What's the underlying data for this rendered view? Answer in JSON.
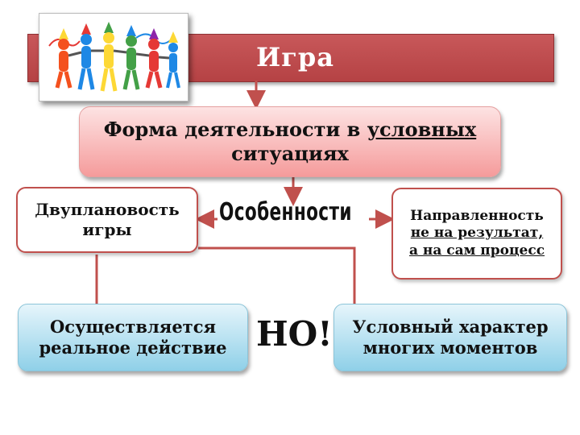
{
  "title": "Игра",
  "definition": {
    "prefix": "Форма деятельности в ",
    "underlined": "условных",
    "rest": "ситуациях"
  },
  "features_label": "Особенности",
  "left_feature": {
    "line1": "Двуплановость",
    "line2": "игры"
  },
  "right_feature": {
    "line1": "Направленность",
    "line2": "не на результат,",
    "line3": "а на сам процесс"
  },
  "bottom_left": {
    "line1": "Осуществляется",
    "line2": "реальное действие"
  },
  "bottom_right": {
    "line1": "Условный характер",
    "line2": "многих моментов"
  },
  "conjunction": "НО!",
  "colors": {
    "banner": "#b54244",
    "arrow": "#c0504d",
    "definition_box": "#f59b9b",
    "bottom_boxes": "#8fd0e8"
  },
  "image": "party-people-clipart"
}
